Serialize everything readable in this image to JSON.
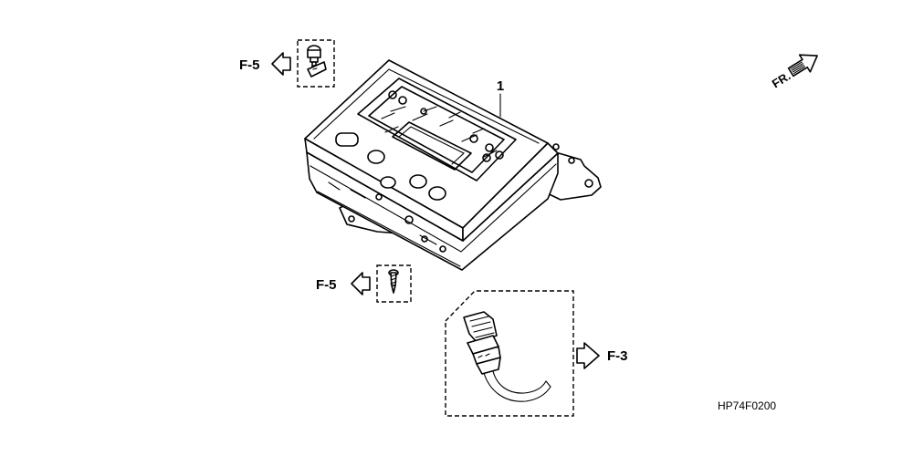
{
  "diagram": {
    "part_number_label": "1",
    "callouts": {
      "bolt_ref": "F-5",
      "screw_ref": "F-5",
      "connector_ref": "F-3"
    },
    "front_indicator": "FR.",
    "drawing_code": "HP74F0200"
  }
}
